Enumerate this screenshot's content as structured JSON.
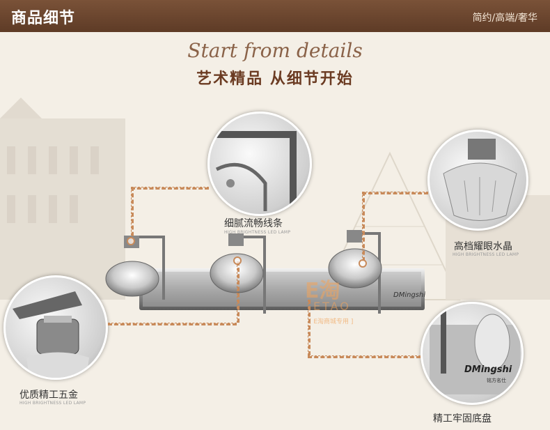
{
  "header": {
    "title": "商品细节",
    "tags": "简约/高端/奢华"
  },
  "hero": {
    "script_title": "Start from details",
    "subtitle": "艺术精品  从细节开始"
  },
  "callouts": [
    {
      "label": "细腻流畅线条",
      "sublabel": "HIGH BRIGHTNESS LED LAMP"
    },
    {
      "label": "高档耀眼水晶",
      "sublabel": "HIGH BRIGHTNESS LED LAMP"
    },
    {
      "label": "优质精工五金",
      "sublabel": "HIGH BRIGHTNESS LED LAMP"
    },
    {
      "label": "精工牢固底盘",
      "sublabel": ""
    }
  ],
  "product": {
    "brand_text": "DMingshi",
    "brand_sub": "铭方名仕"
  },
  "watermark": {
    "main": "E淘",
    "sub": "ETAO",
    "note": "[ E淘商城专用 ]"
  },
  "colors": {
    "header_bg": "#6a4530",
    "accent": "#c88a5a",
    "title_brown": "#6b3b22"
  }
}
